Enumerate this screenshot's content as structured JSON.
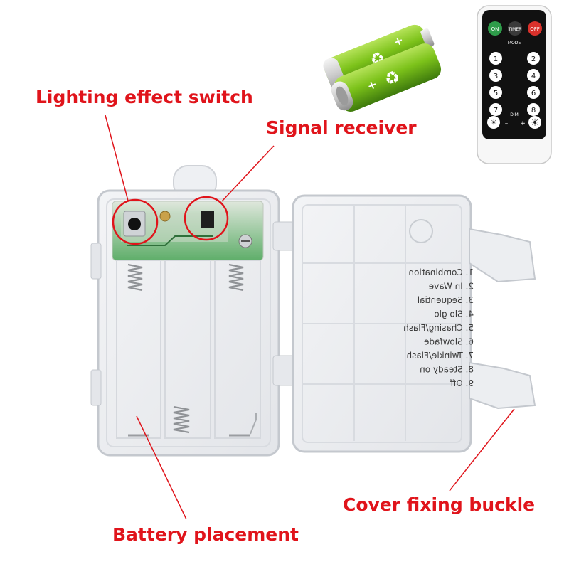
{
  "callouts": {
    "lighting_switch": "Lighting effect switch",
    "signal_receiver": "Signal receiver",
    "cover_buckle": "Cover fixing buckle",
    "battery_placement": "Battery placement"
  },
  "remote": {
    "on": "ON",
    "timer": "TIMER",
    "off": "OFF",
    "mode": "MODE",
    "dim": "DIM",
    "minus": "–",
    "plus": "+",
    "buttons": [
      "1",
      "2",
      "3",
      "4",
      "5",
      "6",
      "7",
      "8"
    ]
  },
  "modes": [
    "1. Combination",
    "2. In Wave",
    "3. Sequential",
    "4. Slo glo",
    "5. Chasing/Flash",
    "6. Slowfade",
    "7. Twinkle/Flash",
    "8. Steady on",
    "9. Off"
  ],
  "colors": {
    "callout": "#e0141b",
    "battery_green": "#7cc21a",
    "pcb_green": "#3f9a4e",
    "on_button": "#2e9c4a",
    "off_button": "#d9312b"
  }
}
